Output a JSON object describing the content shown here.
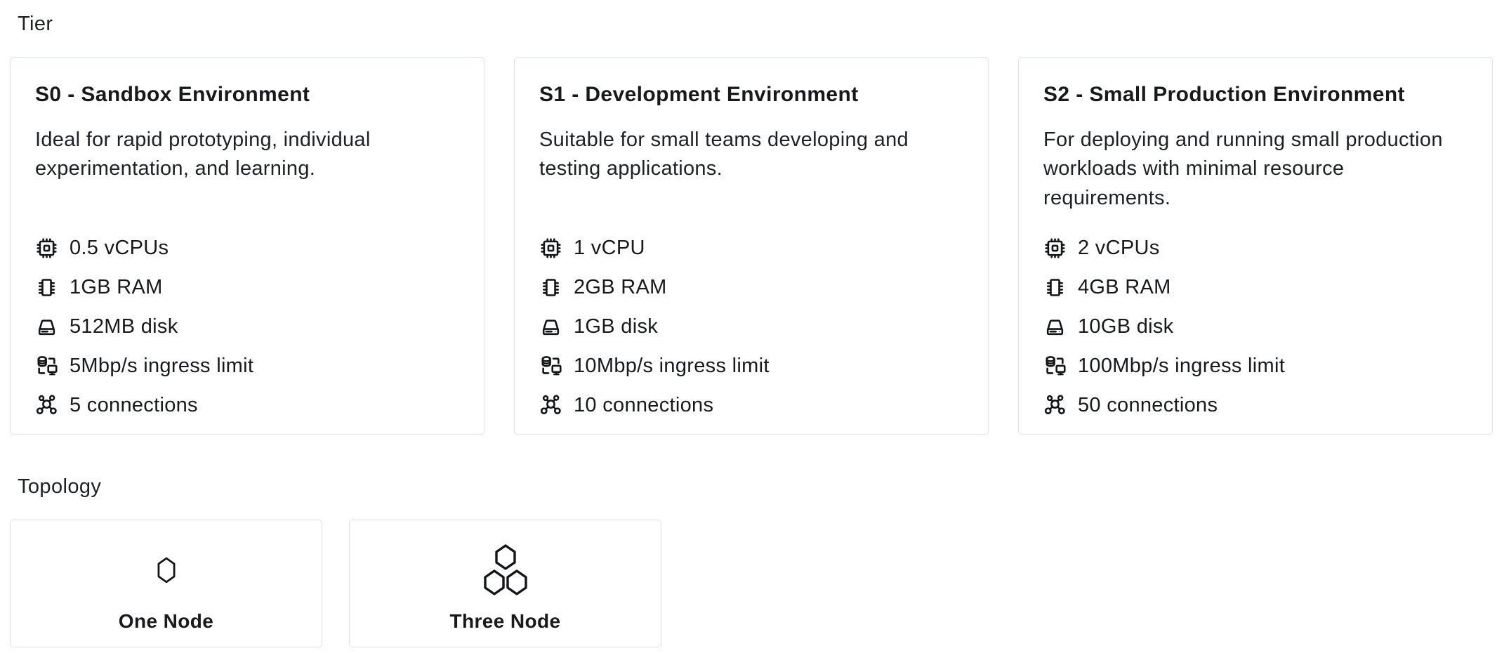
{
  "page": {
    "background_color": "#ffffff",
    "text_color": "#17191c",
    "card_border_color": "#dce3e7"
  },
  "tier_section": {
    "label": "Tier",
    "cards": [
      {
        "title": "S0 - Sandbox Environment",
        "description": "Ideal for rapid prototyping, individual experimentation, and learning.",
        "specs": [
          {
            "icon": "cpu-icon",
            "label": "0.5 vCPUs"
          },
          {
            "icon": "ram-icon",
            "label": "1GB RAM"
          },
          {
            "icon": "disk-icon",
            "label": "512MB disk"
          },
          {
            "icon": "ingress-icon",
            "label": "5Mbp/s ingress limit"
          },
          {
            "icon": "connections-icon",
            "label": "5 connections"
          }
        ]
      },
      {
        "title": "S1 - Development Environment",
        "description": "Suitable for small teams developing and testing applications.",
        "specs": [
          {
            "icon": "cpu-icon",
            "label": "1 vCPU"
          },
          {
            "icon": "ram-icon",
            "label": "2GB RAM"
          },
          {
            "icon": "disk-icon",
            "label": "1GB disk"
          },
          {
            "icon": "ingress-icon",
            "label": "10Mbp/s ingress limit"
          },
          {
            "icon": "connections-icon",
            "label": "10 connections"
          }
        ]
      },
      {
        "title": "S2 - Small Production Environment",
        "description": "For deploying and running small production workloads with minimal resource requirements.",
        "specs": [
          {
            "icon": "cpu-icon",
            "label": "2 vCPUs"
          },
          {
            "icon": "ram-icon",
            "label": "4GB RAM"
          },
          {
            "icon": "disk-icon",
            "label": "10GB disk"
          },
          {
            "icon": "ingress-icon",
            "label": "100Mbp/s ingress limit"
          },
          {
            "icon": "connections-icon",
            "label": "50 connections"
          }
        ]
      }
    ]
  },
  "topology_section": {
    "label": "Topology",
    "options": [
      {
        "icon": "one-node-icon",
        "label": "One Node"
      },
      {
        "icon": "three-node-icon",
        "label": "Three Node"
      }
    ]
  }
}
